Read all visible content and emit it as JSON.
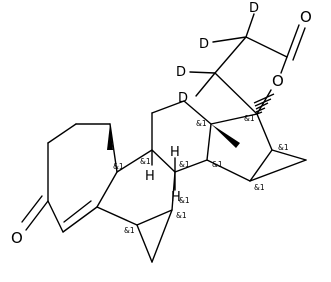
{
  "structure": {
    "atoms": {
      "oxygen_ketone": "O",
      "oxygen_lactone_carbonyl": "O",
      "oxygen_lactone_ring": "O",
      "deuterium_labels": [
        "D",
        "D",
        "D",
        "D"
      ],
      "hydrogen_labels": [
        "H",
        "H",
        "H"
      ]
    },
    "stereo_label": "&1"
  }
}
